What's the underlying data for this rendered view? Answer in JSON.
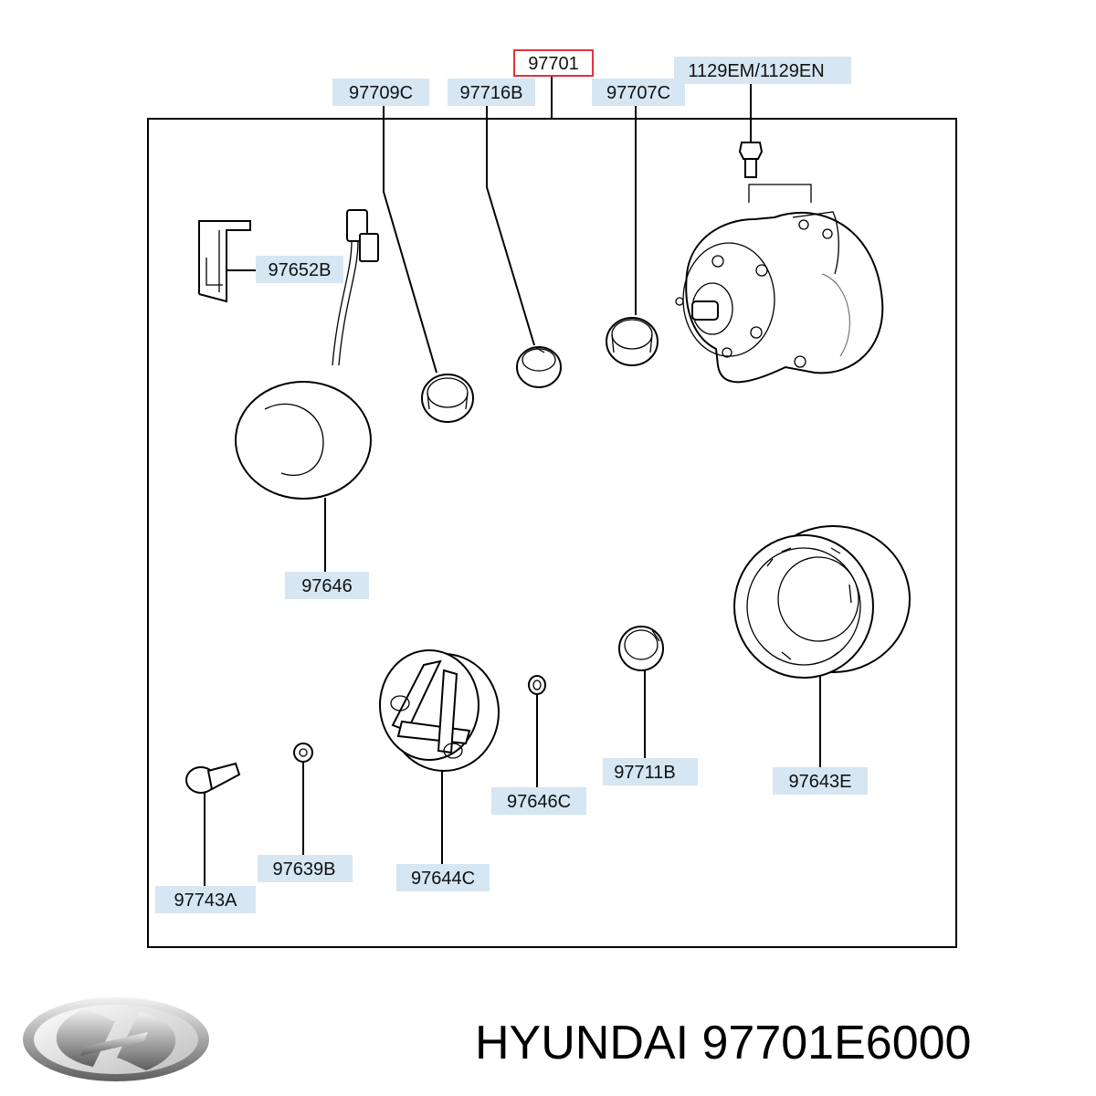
{
  "assembly_part": "97701",
  "labels": {
    "p97709c": "97709C",
    "p97716b": "97716B",
    "p97707c": "97707C",
    "p1129": "1129EM/1129EN",
    "p97652b": "97652B",
    "p97646": "97646",
    "p97643e": "97643E",
    "p97711b": "97711B",
    "p97646c": "97646C",
    "p97644c": "97644C",
    "p97639b": "97639B",
    "p97743a": "97743A"
  },
  "footer": {
    "brand": "HYUNDAI",
    "part_number": "97701E6000"
  },
  "colors": {
    "label_fill": "#d6e6f3",
    "highlight_border": "#e0333a"
  },
  "icons": {
    "logo": "hyundai-logo-icon"
  }
}
